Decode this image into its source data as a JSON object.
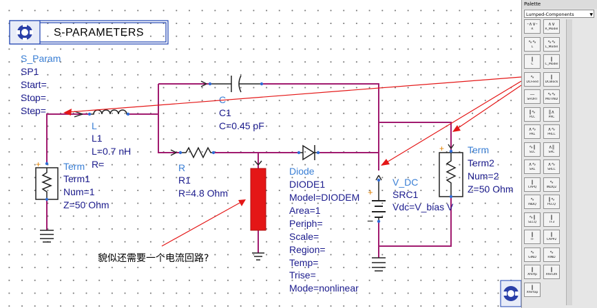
{
  "sparam_block": {
    "title": "S-PARAMETERS",
    "lines": [
      "S_Param",
      "SP1",
      "Start=",
      "Stop=",
      "Step="
    ]
  },
  "capacitor": {
    "lines": [
      "C",
      "C1",
      "C=0.45 pF"
    ]
  },
  "inductor": {
    "lines": [
      "L",
      "L1",
      "L=0.7 nH",
      "R="
    ]
  },
  "resistor": {
    "lines": [
      "R",
      "R1",
      "R=4.8 Ohm"
    ]
  },
  "diode": {
    "lines": [
      "Diode",
      "DIODE1",
      "Model=DIODEM",
      "Area=1",
      "Periph=",
      "Scale=",
      "Region=",
      "Temp=",
      "Trise=",
      "Mode=nonlinear"
    ]
  },
  "vdc": {
    "lines": [
      "V_DC",
      "SRC1",
      "Vdc=V_bias V"
    ]
  },
  "term1": {
    "lines": [
      "Term",
      "Term1",
      "Num=1",
      "Z=50 Ohm"
    ]
  },
  "term2": {
    "lines": [
      "Term",
      "Term2",
      "Num=2",
      "Z=50 Ohm"
    ]
  },
  "annotation": {
    "text": "貌似还需要一个电流回路?"
  },
  "palette": {
    "title": "Palette",
    "library": "Lumped-Components",
    "items": [
      {
        "label": "R",
        "glyph": "-∧∨-"
      },
      {
        "label": "R_Model",
        "glyph": "∧∨"
      },
      {
        "label": "L",
        "glyph": "∿∿"
      },
      {
        "label": "L_Model",
        "glyph": "∿∿"
      },
      {
        "label": "C",
        "glyph": "∥"
      },
      {
        "label": "C_Model",
        "glyph": "∥"
      },
      {
        "label": "DCFeed",
        "glyph": "∿"
      },
      {
        "label": "DCBlock",
        "glyph": "∥"
      },
      {
        "label": "SHORT",
        "glyph": "—"
      },
      {
        "label": "MUTIND",
        "glyph": "∿∿"
      },
      {
        "label": "PLC",
        "glyph": "∥∿"
      },
      {
        "label": "PRC",
        "glyph": "∥∧"
      },
      {
        "label": "PRL",
        "glyph": "∧∿"
      },
      {
        "label": "PRLC",
        "glyph": "∧∿"
      },
      {
        "label": "SLC",
        "glyph": "∿∥"
      },
      {
        "label": "SRC",
        "glyph": "∧∥"
      },
      {
        "label": "SRL",
        "glyph": "∧∿"
      },
      {
        "label": "SRLC",
        "glyph": "∧∿"
      },
      {
        "label": "CAPQ",
        "glyph": "∥"
      },
      {
        "label": "INDQ2",
        "glyph": "∿"
      },
      {
        "label": "INDQ",
        "glyph": "∿"
      },
      {
        "label": "PLCQ",
        "glyph": "∥∿"
      },
      {
        "label": "SLCQ",
        "glyph": "∿∥"
      },
      {
        "label": "TF3",
        "glyph": "‖"
      },
      {
        "label": "TF",
        "glyph": "‖"
      },
      {
        "label": "CAPP2",
        "glyph": "∥"
      },
      {
        "label": "GIND",
        "glyph": "∿"
      },
      {
        "label": "RIND",
        "glyph": "∿"
      },
      {
        "label": "Xfertp",
        "glyph": "‖"
      },
      {
        "label": "Xferuth",
        "glyph": "‖"
      },
      {
        "label": "Xfertap",
        "glyph": "‖"
      }
    ]
  },
  "colors": {
    "wire": "#a0196e",
    "label": "#1a1a8c",
    "name": "#3a7fd5",
    "arrow": "#e41616",
    "probe": "#e41616"
  }
}
